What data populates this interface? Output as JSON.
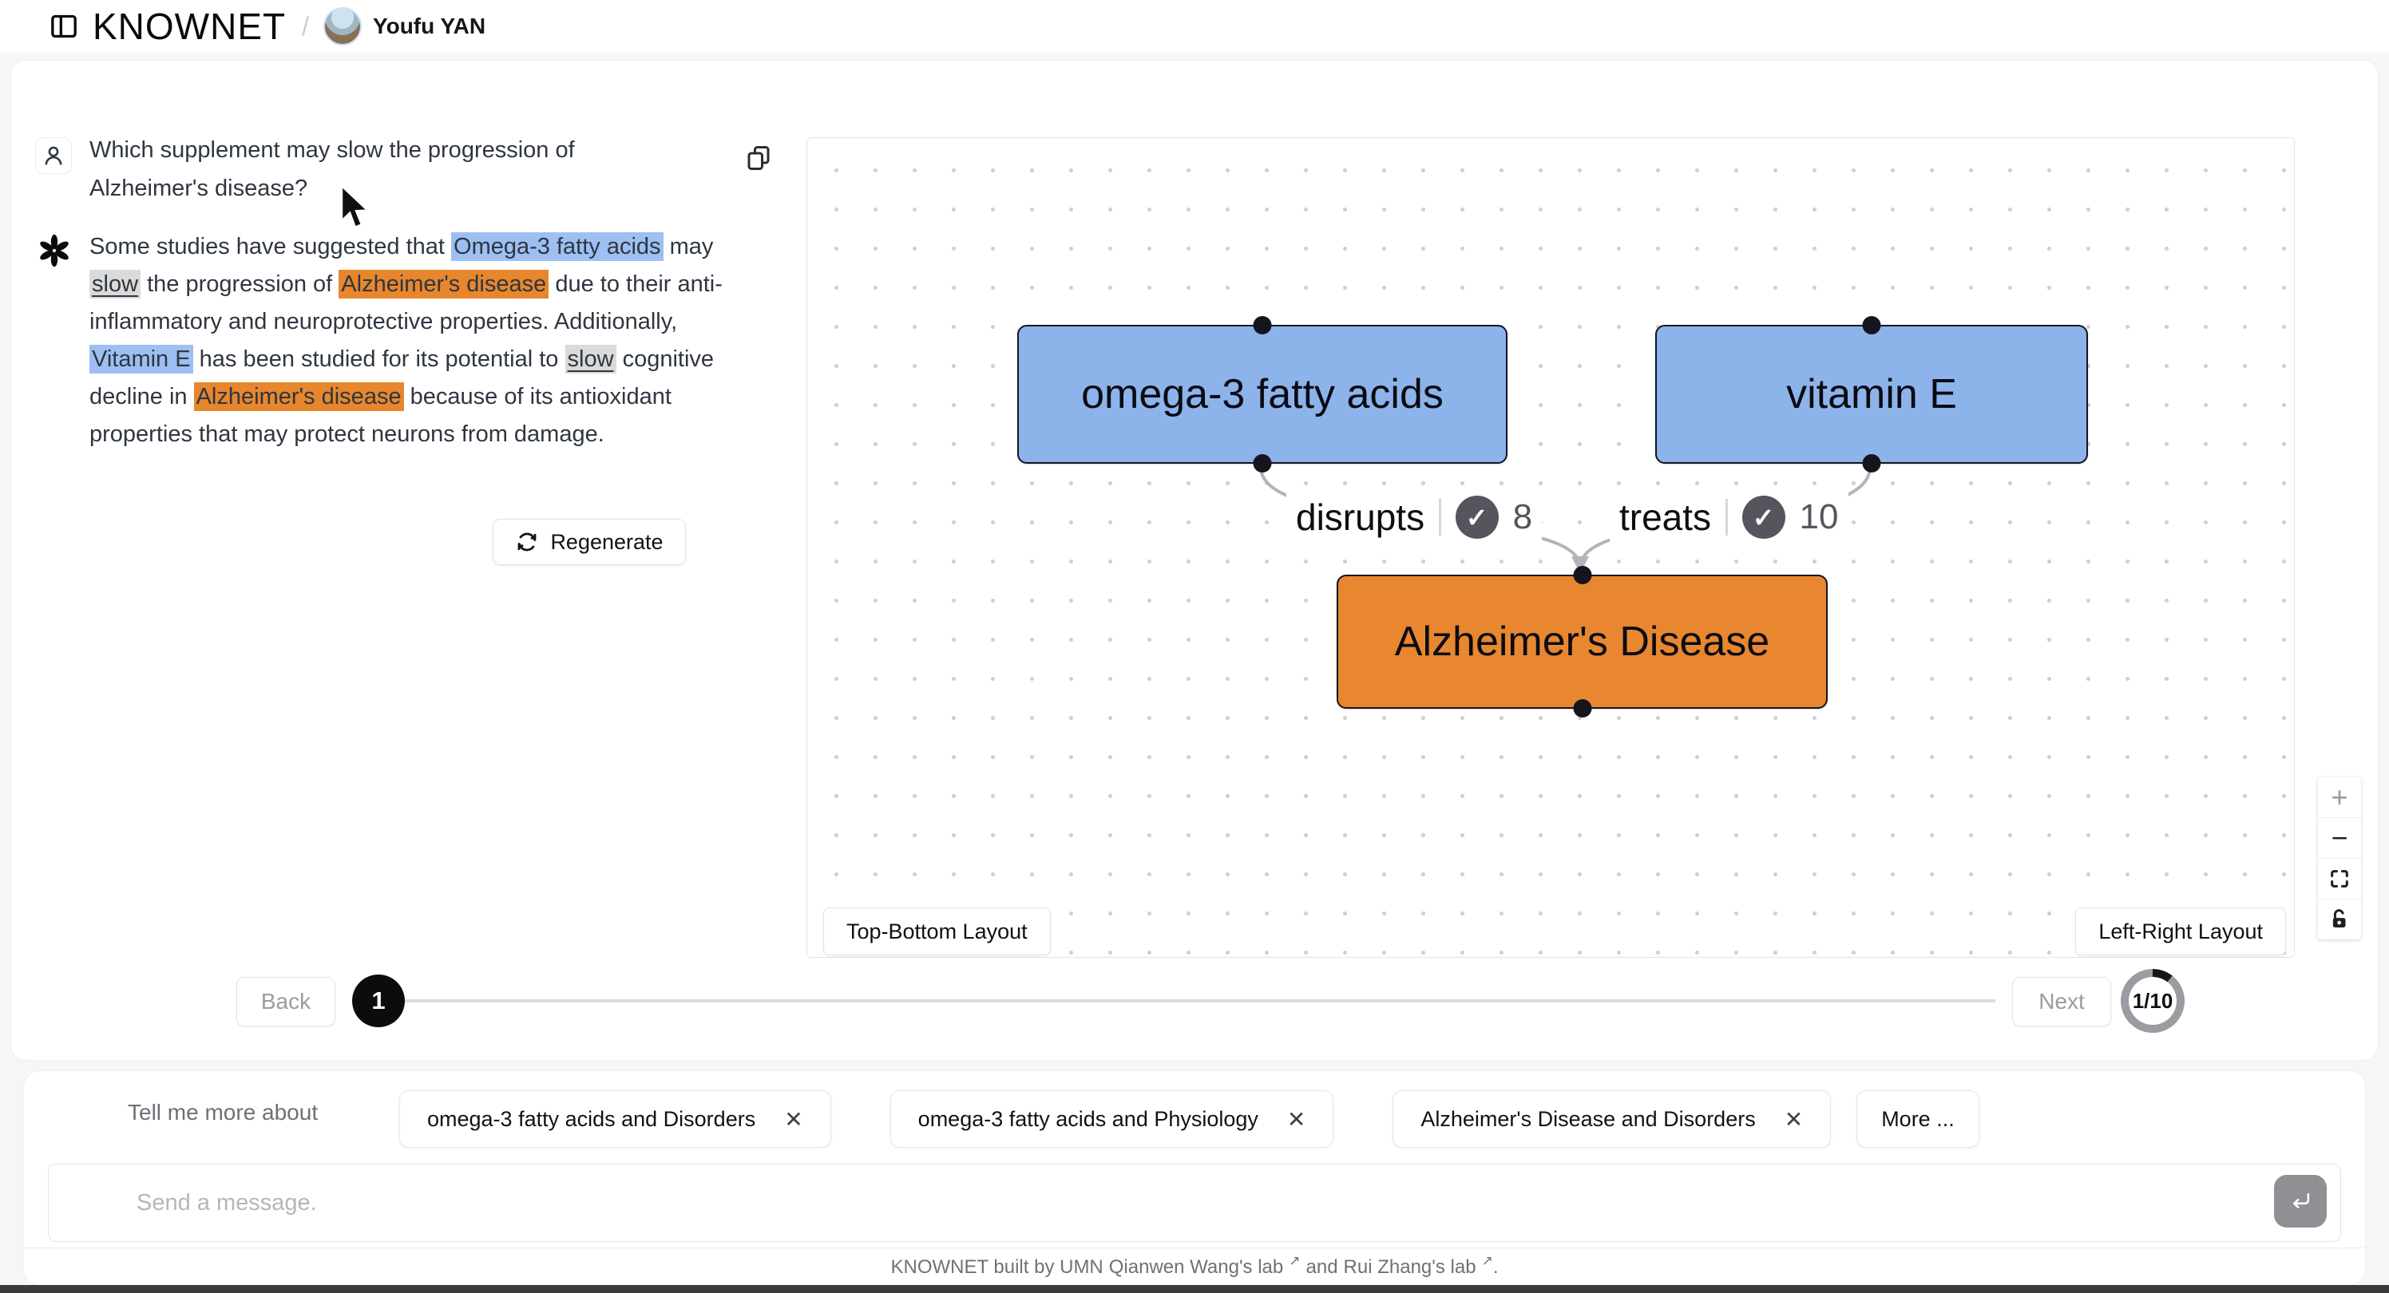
{
  "header": {
    "app_title": "KNOWNET",
    "separator": "/",
    "user_name": "Youfu YAN"
  },
  "chat": {
    "question": "Which supplement may slow the progression of Alzheimer's disease?",
    "answer_segments": [
      {
        "type": "plain",
        "text": "Some studies have suggested that "
      },
      {
        "type": "entity-blue",
        "text": "Omega-3 fatty acids"
      },
      {
        "type": "plain",
        "text": " may "
      },
      {
        "type": "relation",
        "text": "slow"
      },
      {
        "type": "plain",
        "text": " the progression of "
      },
      {
        "type": "entity-orange",
        "text": "Alzheimer's disease"
      },
      {
        "type": "plain",
        "text": " due to their anti-inflammatory and neuroprotective properties. Additionally, "
      },
      {
        "type": "entity-blue",
        "text": "Vitamin E"
      },
      {
        "type": "plain",
        "text": " has been studied for its potential to "
      },
      {
        "type": "relation",
        "text": "slow"
      },
      {
        "type": "plain",
        "text": " cognitive decline in "
      },
      {
        "type": "entity-orange",
        "text": "Alzheimer's disease"
      },
      {
        "type": "plain",
        "text": " because of its antioxidant properties that may protect neurons from damage."
      }
    ],
    "regenerate_label": "Regenerate"
  },
  "graph": {
    "nodes": [
      {
        "label": "omega-3 fatty acids",
        "color": "#8db3eb"
      },
      {
        "label": "vitamin E",
        "color": "#8db3eb"
      },
      {
        "label": "Alzheimer's Disease",
        "color": "#e8872f"
      }
    ],
    "edges": [
      {
        "label": "disrupts",
        "count": "8"
      },
      {
        "label": "treats",
        "count": "10"
      }
    ],
    "layout_top_bottom": "Top-Bottom Layout",
    "layout_left_right": "Left-Right Layout"
  },
  "stepper": {
    "back_label": "Back",
    "step_number": "1",
    "next_label": "Next",
    "progress_label": "1/10"
  },
  "suggestions": {
    "prompt": "Tell me more about",
    "chips": [
      "omega-3 fatty acids and Disorders",
      "omega-3 fatty acids and Physiology",
      "Alzheimer's Disease and Disorders"
    ],
    "more_label": "More ..."
  },
  "composer": {
    "placeholder": "Send a message."
  },
  "footer": {
    "prefix": "KNOWNET built by UMN",
    "link1": "Qianwen Wang's lab",
    "conjunction": "and",
    "link2": "Rui Zhang's lab",
    "suffix": ".",
    "external_arrow": "↗"
  },
  "icons": {
    "zoom_in": "+",
    "zoom_out": "−",
    "close": "✕",
    "check": "✓",
    "external_link": "↗"
  },
  "colors": {
    "node_blue": "#8db3eb",
    "node_orange": "#e8872f",
    "entity_highlight_blue": "#9dbff2",
    "entity_highlight_orange": "#e8862d",
    "relation_highlight_gray": "#dadada",
    "edge_gray": "#b3b3b9",
    "badge_gray": "#55555d",
    "step_black": "#0c0c0e"
  }
}
